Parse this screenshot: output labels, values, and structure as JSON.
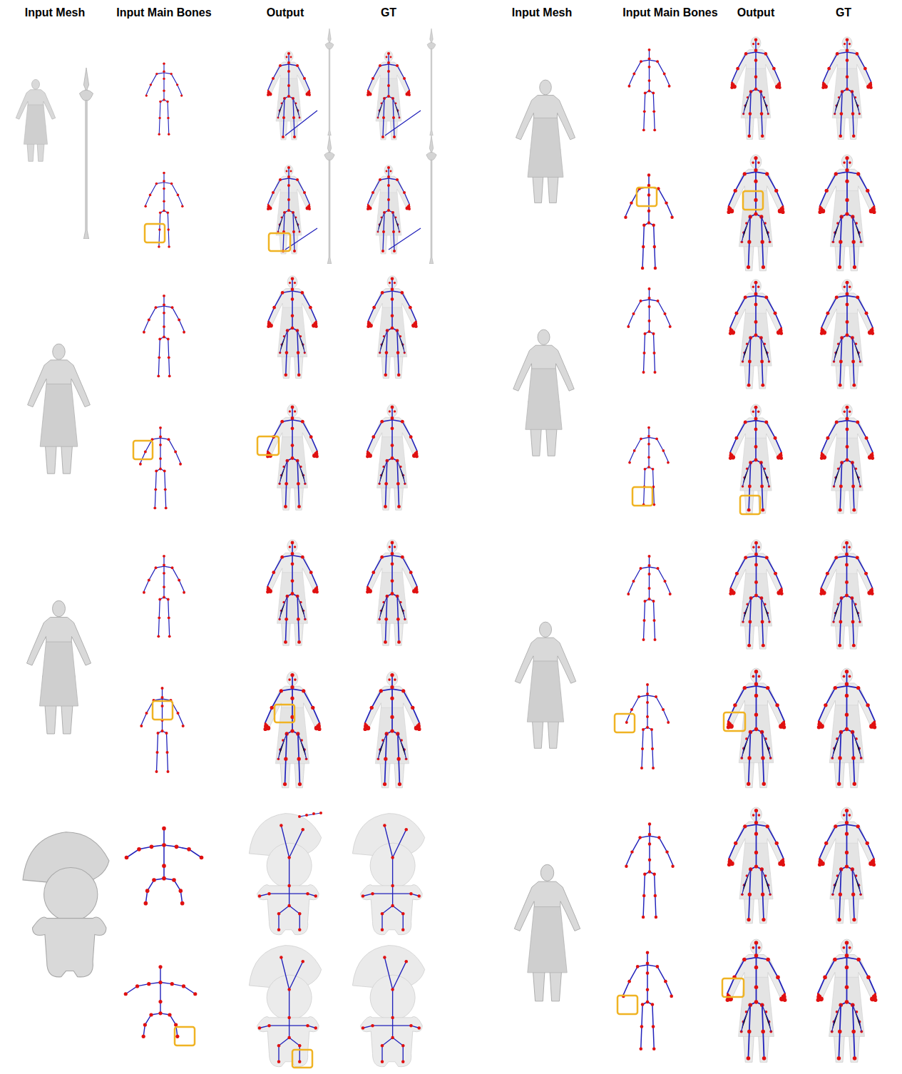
{
  "diagram": {
    "labels": [
      "Input Mesh",
      "Input Main Bones",
      "Output",
      "GT",
      "Input Mesh",
      "Input Main Bones",
      "Output",
      "GT"
    ]
  }
}
